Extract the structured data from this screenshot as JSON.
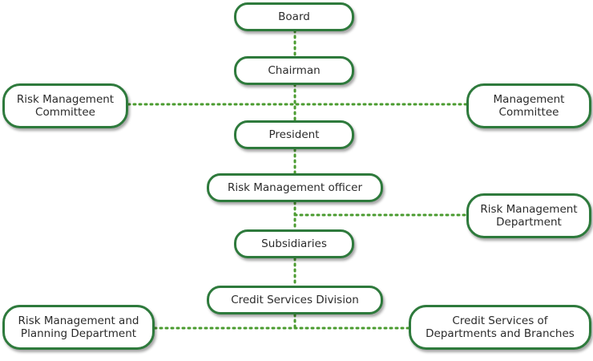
{
  "nodes": {
    "board": "Board",
    "chairman": "Chairman",
    "risk_management_committee": [
      "Risk Management",
      "Committee"
    ],
    "management_committee": [
      "Management",
      "Committee"
    ],
    "president": "President",
    "risk_management_officer": "Risk Management officer",
    "risk_management_department": [
      "Risk Management",
      "Department"
    ],
    "subsidiaries": "Subsidiaries",
    "credit_services_division": "Credit Services Division",
    "risk_management_and_planning_department": [
      "Risk Management and",
      "Planning Department"
    ],
    "credit_services_of_departments_and_branches": [
      "Credit Services of",
      "Departments and Branches"
    ]
  },
  "colors": {
    "border": "#2e7a3c",
    "connector": "#4a9b2f",
    "text": "#2b2b2b"
  }
}
